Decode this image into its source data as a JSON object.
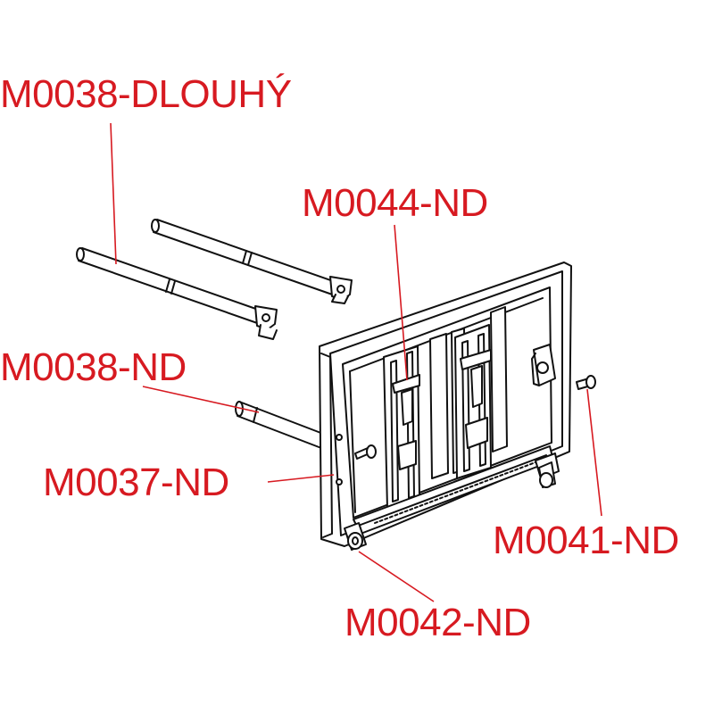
{
  "colors": {
    "label": "#d71a21",
    "line": "#111111",
    "fill": "#ffffff"
  },
  "labels": {
    "m0038_dlouhy": "M0038-DLOUHÝ",
    "m0044_nd": "M0044-ND",
    "m0038_nd": "M0038-ND",
    "m0037_nd": "M0037-ND",
    "m0041_nd": "M0041-ND",
    "m0042_nd": "M0042-ND"
  }
}
